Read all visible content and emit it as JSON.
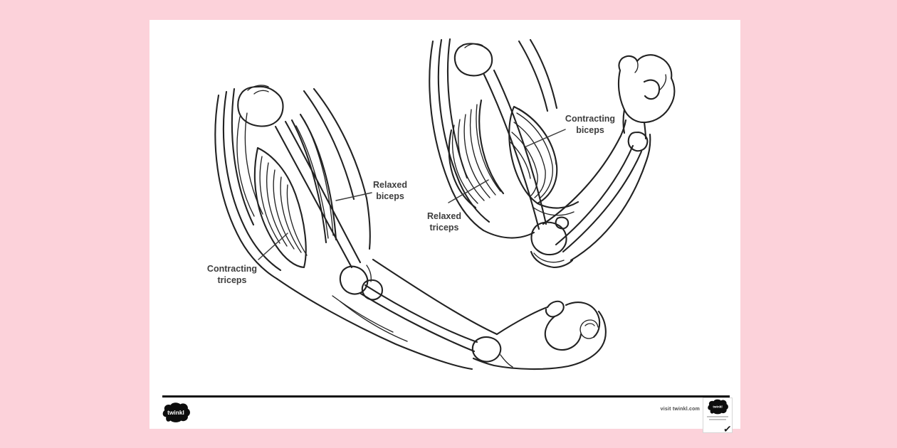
{
  "colors": {
    "background": "#fcd2da",
    "paper": "#ffffff",
    "ink": "#222222",
    "label_text": "#3d3d3d"
  },
  "diagram": {
    "labels": {
      "relaxed_biceps": {
        "line1": "Relaxed",
        "line2": "biceps"
      },
      "contracting_triceps": {
        "line1": "Contracting",
        "line2": "triceps"
      },
      "contracting_biceps": {
        "line1": "Contracting",
        "line2": "biceps"
      },
      "relaxed_triceps": {
        "line1": "Relaxed",
        "line2": "triceps"
      }
    }
  },
  "footer": {
    "logo_text": "twinkl",
    "visit_text": "visit twinkl.com",
    "badge_logo_text": "twinkl",
    "icons": {
      "checkmark": "✓"
    }
  }
}
